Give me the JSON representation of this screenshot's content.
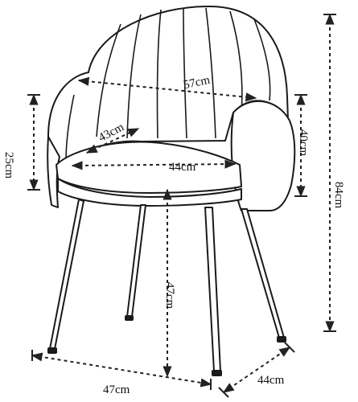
{
  "dimensions": {
    "back_width": "57cm",
    "seat_depth": "43cm",
    "seat_width": "44cm",
    "back_height": "40cm",
    "armrest_height": "25cm",
    "total_height": "84cm",
    "seat_height": "47cm",
    "base_width": "47cm",
    "base_depth": "44cm"
  },
  "colors": {
    "line": "#1a1a1a",
    "arrow": "#222222",
    "fill": "#ffffff"
  }
}
